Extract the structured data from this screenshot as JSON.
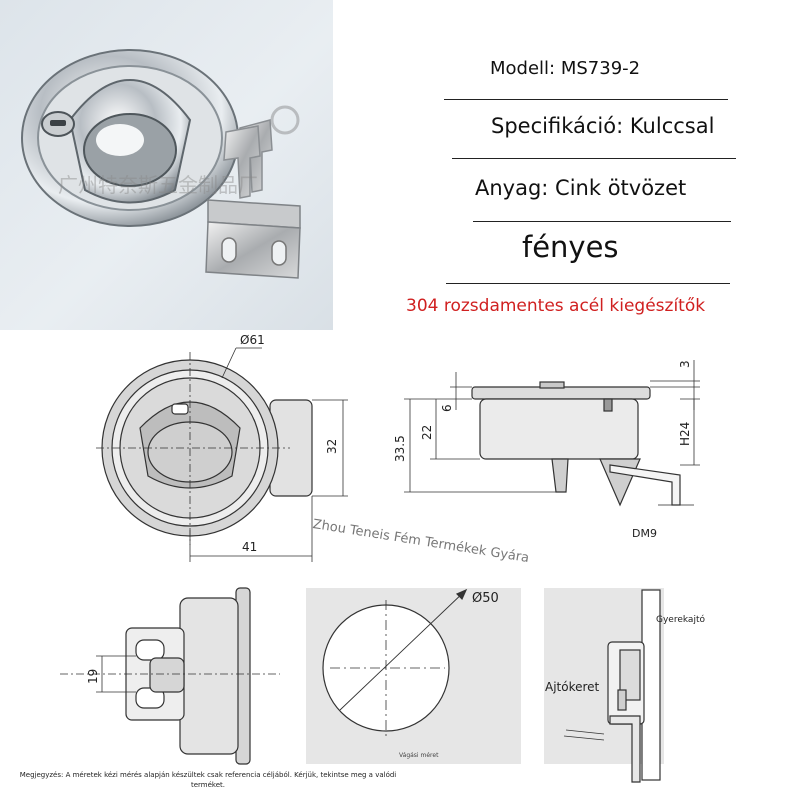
{
  "spec": {
    "model": "Modell: MS739-2",
    "specification": "Specifikáció: Kulccsal",
    "material": "Anyag: Cink ötvözet",
    "finish": "fényes",
    "accessories": "304 rozsdamentes acél kiegészítők"
  },
  "photo": {
    "watermark": "广州特奈斯五金制品厂",
    "icons": [
      "flush-ring-latch-icon",
      "key-icon",
      "mounting-plate-icon"
    ]
  },
  "drawing": {
    "dim_diameter_61": "Ø61",
    "dim_32": "32",
    "dim_41": "41",
    "dim_3": "3",
    "dim_6": "6",
    "dim_22": "22",
    "dim_33_5": "33.5",
    "dim_h24": "H24",
    "dim_dm9": "DM9",
    "dim_19": "19",
    "dim_diameter_50": "Ø50",
    "cutout_label": "Vágási méret",
    "child_door_label": "Gyerekajtó",
    "door_frame_label": "Ajtókeret",
    "watermark": "Zhou Teneis Fém Termékek Gyára"
  },
  "note": "Megjegyzés: A méretek kézi mérés alapján készültek csak referencia céljából. Kérjük, tekintse meg a valódi terméket.",
  "colors": {
    "accent_red": "#d02020",
    "line": "#333333",
    "fill_gray": "#cfcfcf",
    "panel_gray": "#e4e4e4"
  }
}
